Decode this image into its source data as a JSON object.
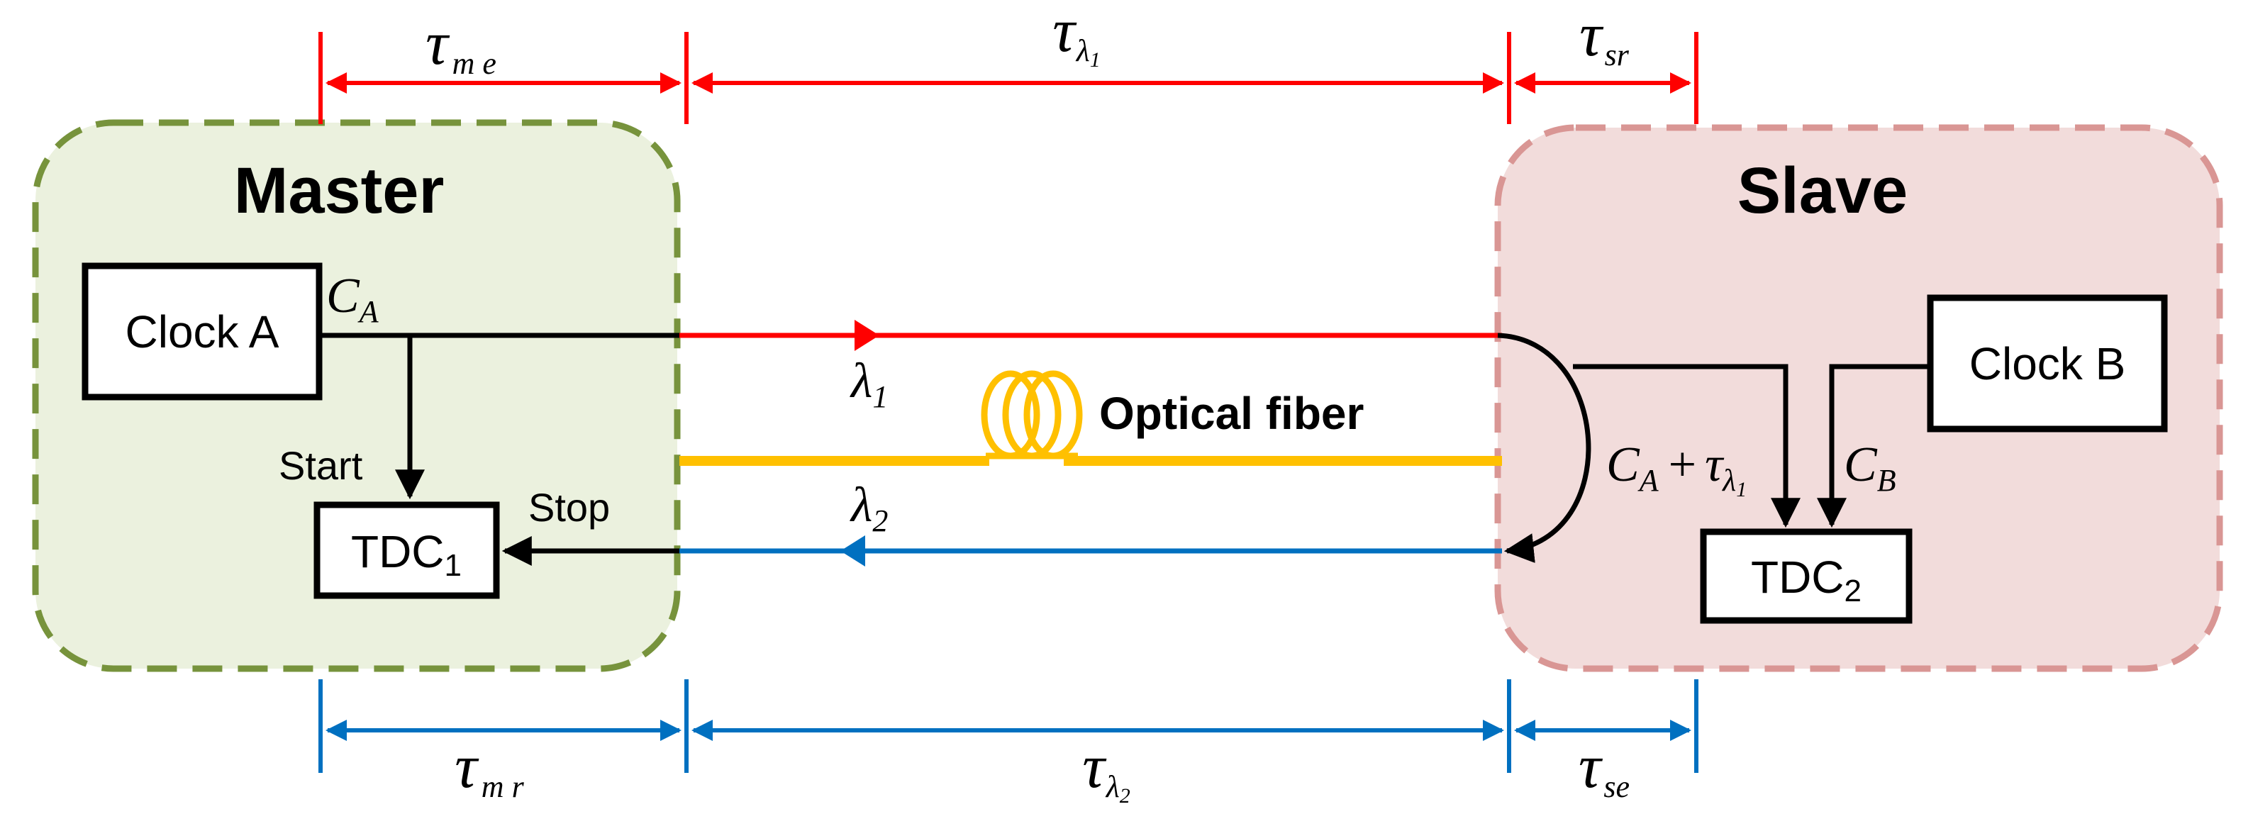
{
  "colors": {
    "master_fill": "#ebf1de",
    "master_border": "#77933c",
    "slave_fill": "#f2dcdb",
    "slave_border": "#d99694",
    "forward_path": "#ff0000",
    "return_path": "#0070c0",
    "fiber": "#ffc000",
    "line": "#000000"
  },
  "master": {
    "title": "Master",
    "clock_label": "Clock A",
    "signal": {
      "main": "C",
      "sub": "A"
    },
    "start_label": "Start",
    "stop_label": "Stop",
    "tdc": {
      "main": "TDC",
      "sub": "1"
    }
  },
  "slave": {
    "title": "Slave",
    "clock_label": "Clock B",
    "tdc": {
      "main": "TDC",
      "sub": "2"
    },
    "signal_ca_tau": {
      "c": "C",
      "c_sub": "A",
      "plus": "+",
      "tau": "τ",
      "lambda": "λ",
      "lambda_sub": "1"
    },
    "signal_cb": {
      "main": "C",
      "sub": "B"
    }
  },
  "link": {
    "fiber_label": "Optical fiber",
    "wavelength_1": {
      "main": "λ",
      "sub": "1"
    },
    "wavelength_2": {
      "main": "λ",
      "sub": "2"
    }
  },
  "delays_top": {
    "master_emit": {
      "main": "τ",
      "sub": "m e"
    },
    "fiber_lambda1": {
      "main": "τ",
      "sub": "λ",
      "subsub": "1"
    },
    "slave_receive": {
      "main": "τ",
      "sub": "sr"
    }
  },
  "delays_bottom": {
    "master_receive": {
      "main": "τ",
      "sub": "m r"
    },
    "fiber_lambda2": {
      "main": "τ",
      "sub": "λ",
      "subsub": "2"
    },
    "slave_emit": {
      "main": "τ",
      "sub": "se"
    }
  }
}
